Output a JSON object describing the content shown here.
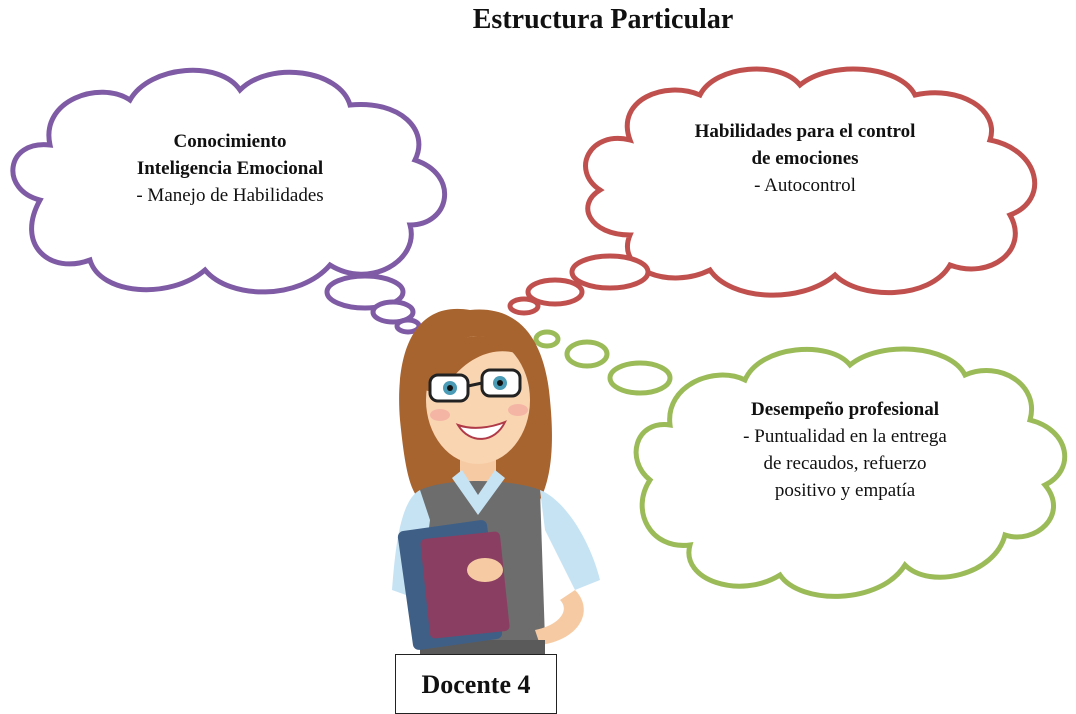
{
  "title": "Estructura Particular",
  "clouds": {
    "purple": {
      "color": "#7e5ba4",
      "line1": "Conocimiento",
      "line2": "Inteligencia Emocional",
      "line3": "- Manejo de Habilidades"
    },
    "red": {
      "color": "#c0504d",
      "line1": "Habilidades para el control",
      "line2": "de emociones",
      "line3": "- Autocontrol"
    },
    "green": {
      "color": "#9bbb59",
      "line1": "Desempeño profesional",
      "line2": "- Puntualidad en la entrega",
      "line3": "de recaudos, refuerzo",
      "line4": "positivo y empatía"
    }
  },
  "teacher_label": "Docente 4"
}
